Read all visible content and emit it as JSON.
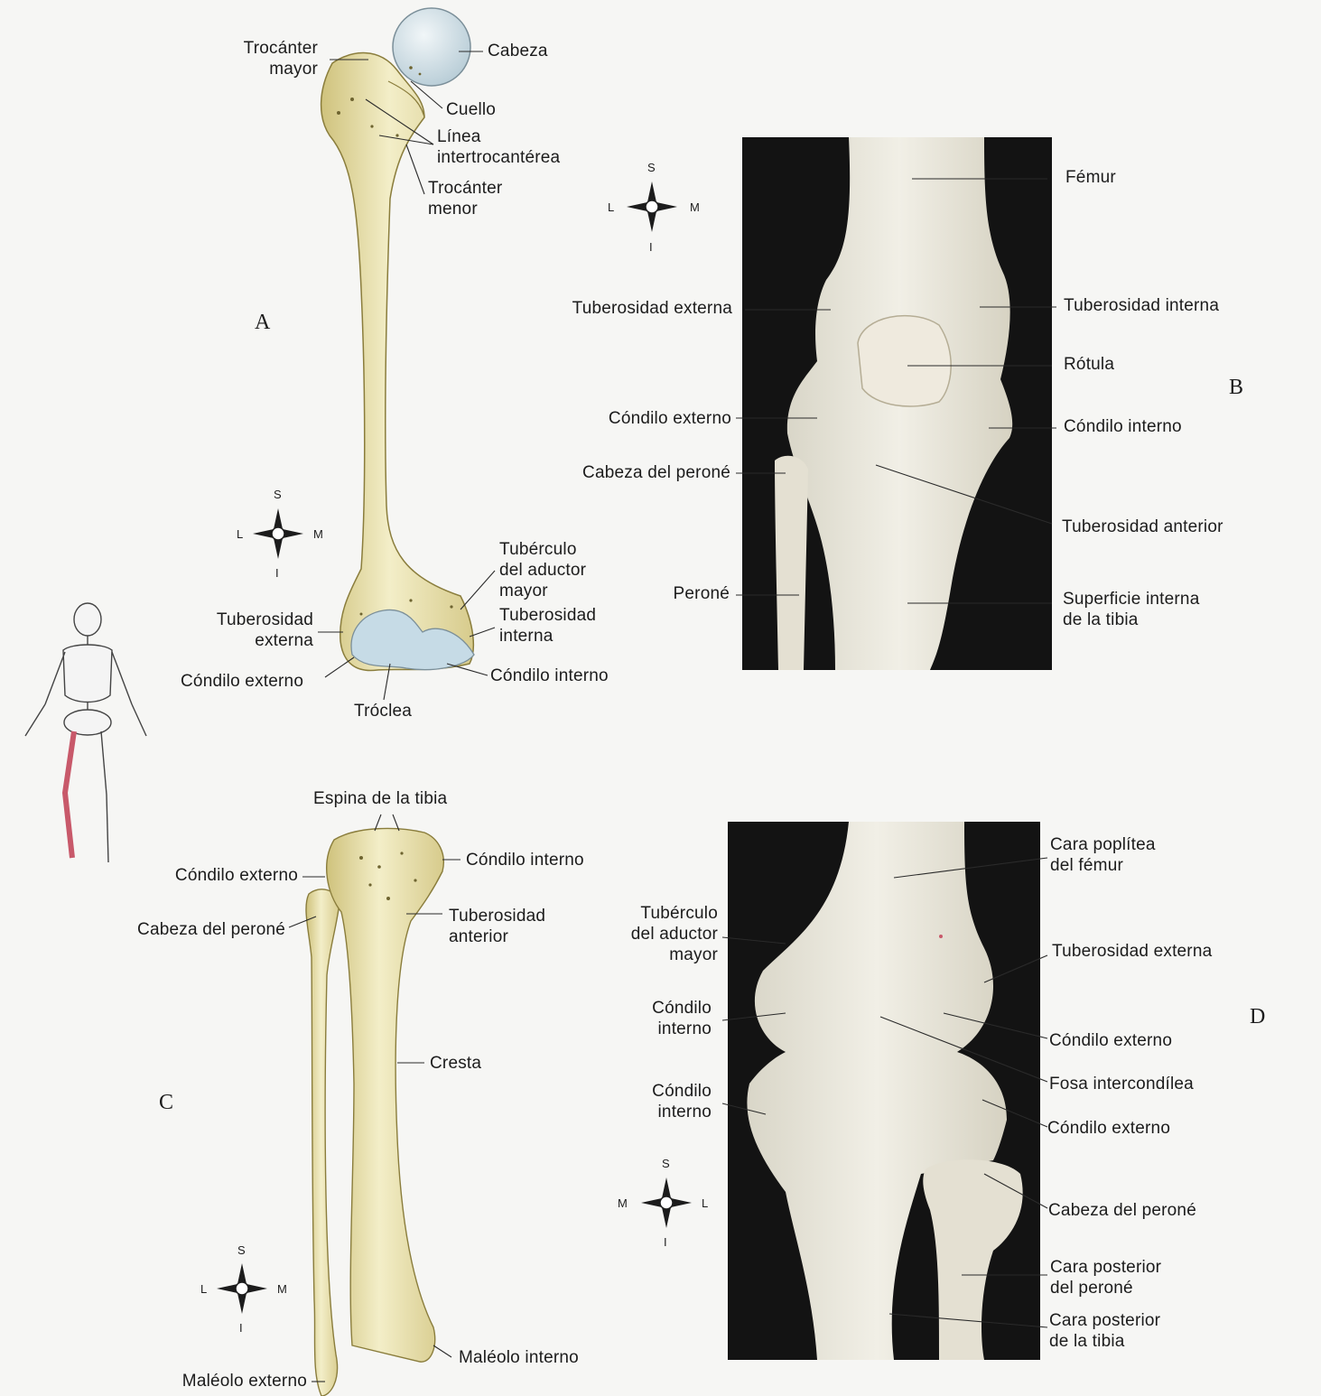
{
  "panels": {
    "A": {
      "letter": "A",
      "labels": {
        "trocanter_mayor": "Trocánter\nmayor",
        "cabeza": "Cabeza",
        "cuello": "Cuello",
        "linea": "Línea\nintertrocantérea",
        "trocanter_menor": "Trocánter\nmenor",
        "tuberculo": "Tubérculo\ndel aductor\nmayor",
        "tub_interna": "Tuberosidad\ninterna",
        "tub_externa": "Tuberosidad\nexterna",
        "condilo_externo": "Cóndilo externo",
        "condilo_interno": "Cóndilo interno",
        "troclea": "Tróclea"
      },
      "compass": {
        "s": "S",
        "i": "I",
        "l": "L",
        "m": "M"
      }
    },
    "B": {
      "letter": "B",
      "labels": {
        "femur": "Fémur",
        "tub_externa": "Tuberosidad externa",
        "tub_interna": "Tuberosidad interna",
        "rotula": "Rótula",
        "condilo_externo": "Cóndilo externo",
        "condilo_interno": "Cóndilo interno",
        "cabeza_perone": "Cabeza del peroné",
        "tub_anterior": "Tuberosidad anterior",
        "perone": "Peroné",
        "superficie": "Superficie interna\nde la tibia"
      },
      "compass": {
        "s": "S",
        "i": "I",
        "l": "L",
        "m": "M"
      }
    },
    "C": {
      "letter": "C",
      "labels": {
        "espina": "Espina de la tibia",
        "condilo_interno": "Cóndilo interno",
        "condilo_externo": "Cóndilo externo",
        "cabeza_perone": "Cabeza del peroné",
        "tub_anterior": "Tuberosidad\nanterior",
        "cresta": "Cresta",
        "maleolo_interno": "Maléolo interno",
        "maleolo_externo": "Maléolo externo"
      },
      "compass": {
        "s": "S",
        "i": "I",
        "l": "L",
        "m": "M"
      }
    },
    "D": {
      "letter": "D",
      "labels": {
        "cara_poplitea": "Cara poplítea\ndel fémur",
        "tuberculo": "Tubérculo\ndel aductor\nmayor",
        "tub_externa": "Tuberosidad externa",
        "condilo_interno_1": "Cóndilo\ninterno",
        "condilo_externo_1": "Cóndilo externo",
        "fosa": "Fosa intercondílea",
        "condilo_interno_2": "Cóndilo\ninterno",
        "condilo_externo_2": "Cóndilo externo",
        "cabeza_perone": "Cabeza del peroné",
        "cara_post_perone": "Cara posterior\ndel peroné",
        "cara_post_tibia": "Cara posterior\nde la tibia"
      },
      "compass": {
        "s": "S",
        "i": "I",
        "l": "M",
        "m": "L"
      }
    }
  },
  "colors": {
    "bone": "#ece5b0",
    "bone_shade": "#cfc27c",
    "cartilage": "#c6dbe6",
    "photo_bg": "#131313",
    "photo_bone": "#ebe8dc",
    "highlight": "#c8596a"
  }
}
